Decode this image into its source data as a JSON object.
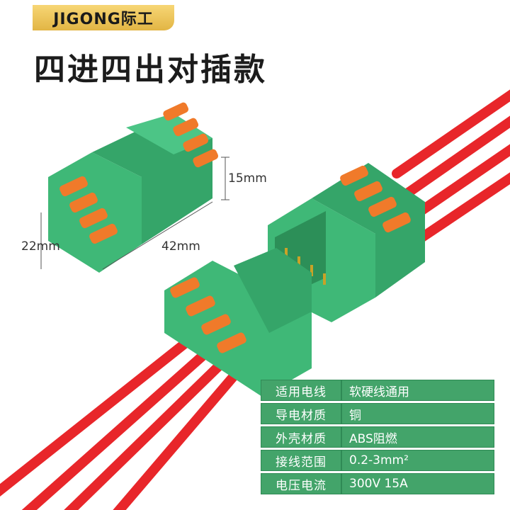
{
  "brand": {
    "name": "JIGONG际工"
  },
  "title": "四进四出对插款",
  "dimensions": {
    "height": "15mm",
    "width": "22mm",
    "length": "42mm"
  },
  "specs": [
    {
      "label": "适用电线",
      "value": "软硬线通用"
    },
    {
      "label": "导电材质",
      "value": "铜"
    },
    {
      "label": "外壳材质",
      "value": "ABS阻燃"
    },
    {
      "label": "接线范围",
      "value": "0.2-3mm²"
    },
    {
      "label": "电压电流",
      "value": "300V 15A"
    }
  ],
  "colors": {
    "housing": "#3fb877",
    "lever": "#f07a2a",
    "wire": "#e8262a",
    "table": "#43a46a",
    "brand_bg": "#f1c95a"
  }
}
